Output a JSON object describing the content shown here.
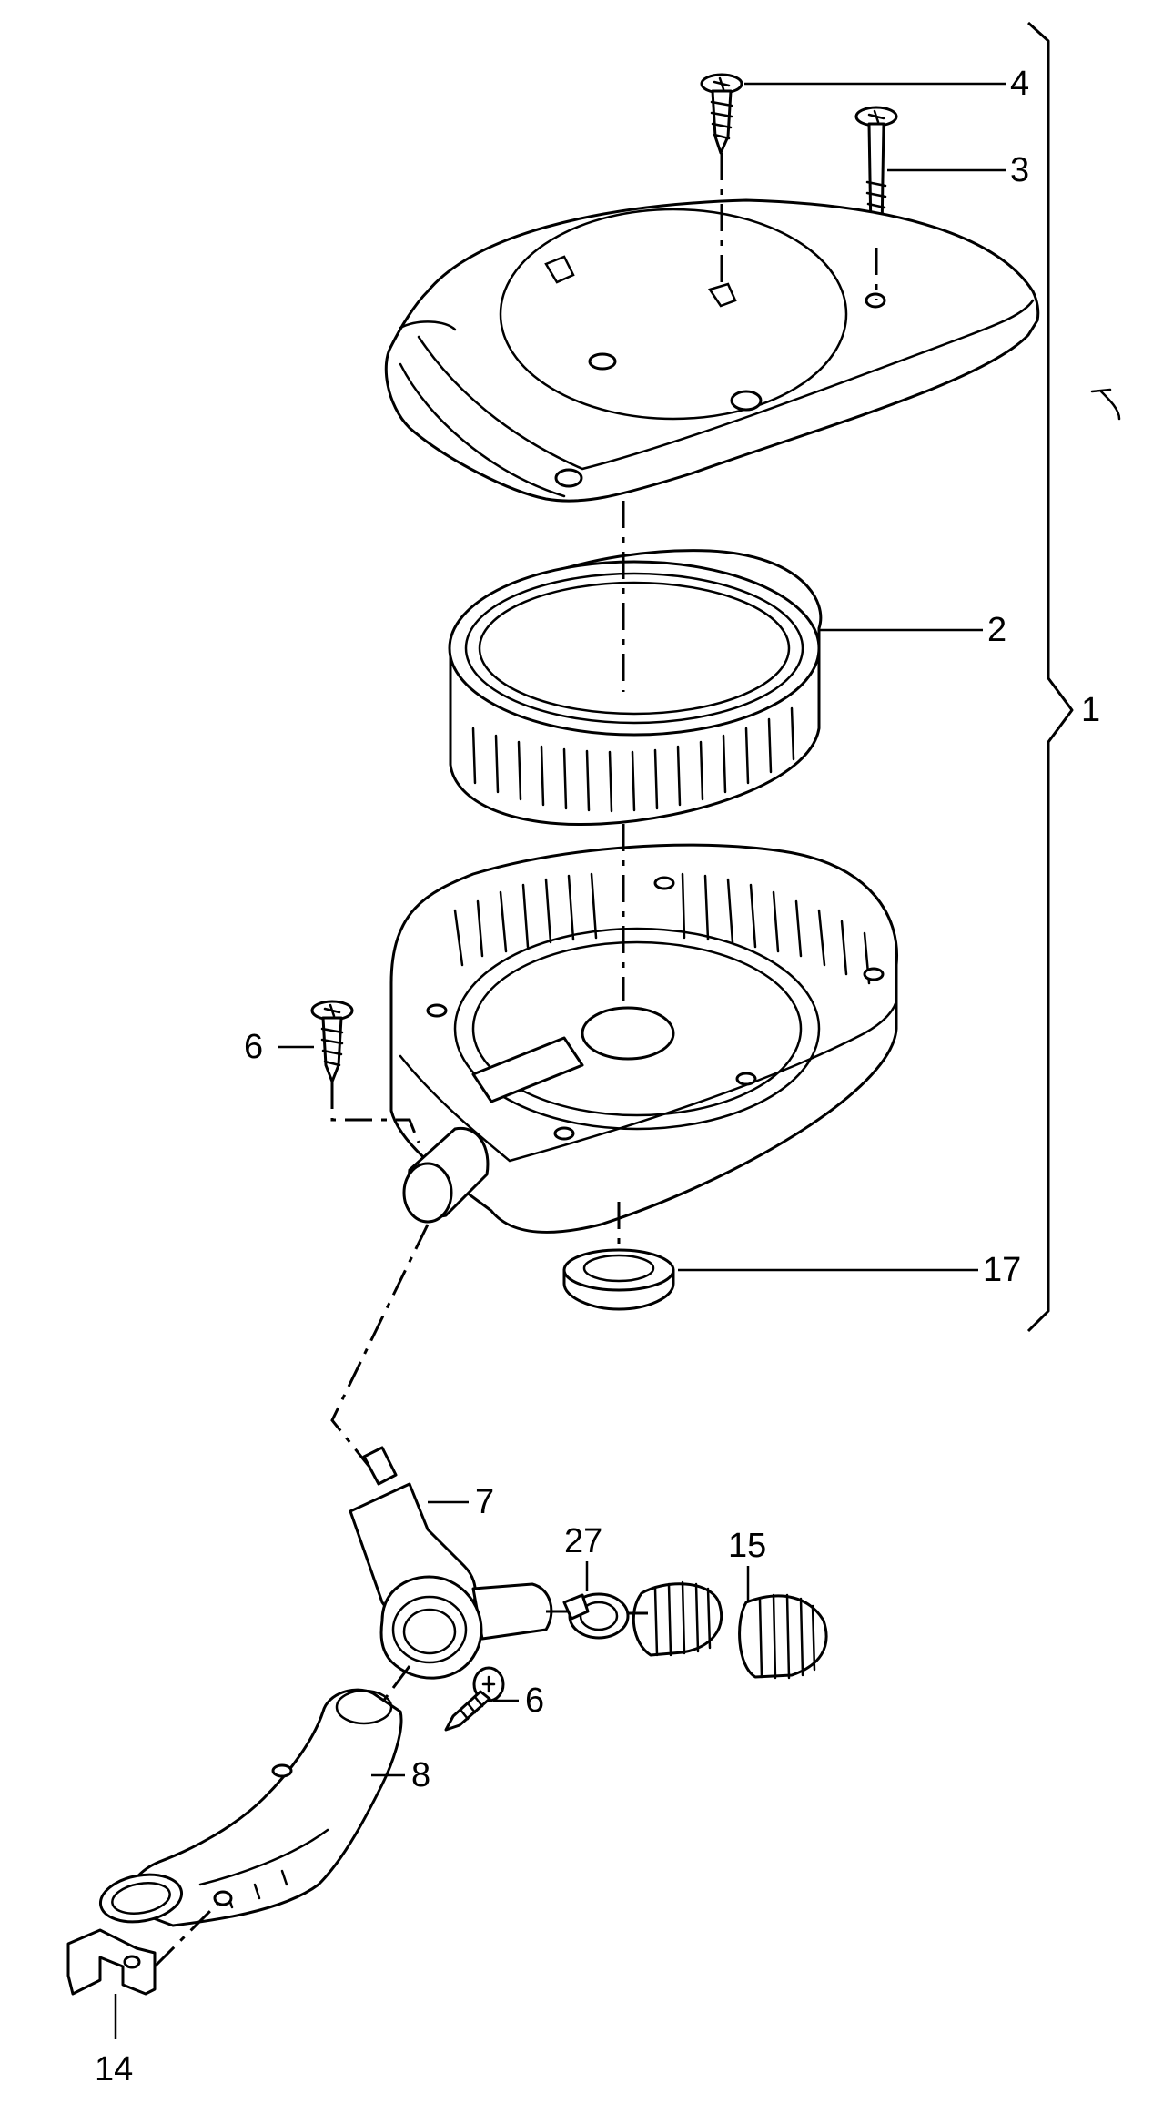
{
  "labels": {
    "p1": "1",
    "p2": "2",
    "p3": "3",
    "p4": "4",
    "p6a": "6",
    "p6b": "6",
    "p7": "7",
    "p8": "8",
    "p14": "14",
    "p15": "15",
    "p17": "17",
    "p27": "27"
  }
}
